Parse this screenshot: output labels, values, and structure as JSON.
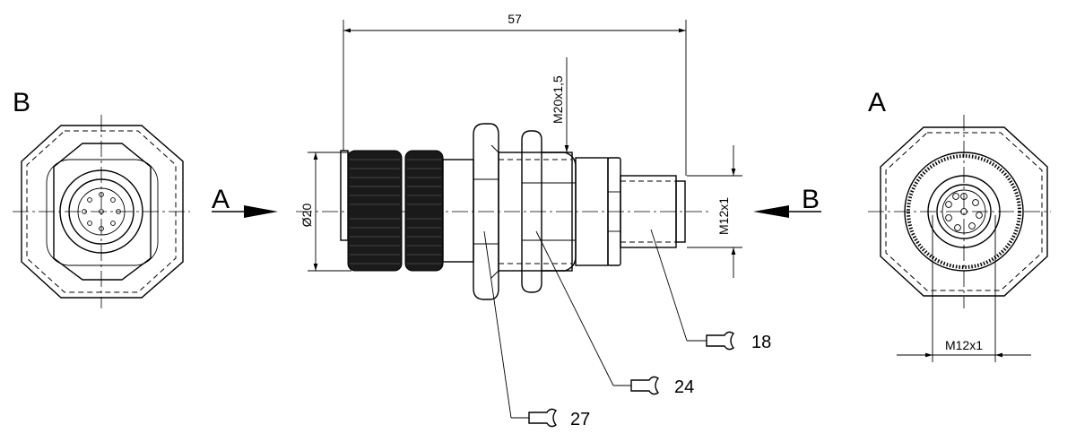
{
  "views": {
    "left_label": "B",
    "right_label": "A"
  },
  "arrows": {
    "left_label": "A",
    "right_label": "B"
  },
  "dimensions": {
    "overall_length": "57",
    "diameter": "Ø20",
    "thread_body": "M20x1,5",
    "thread_end": "M12x1",
    "thread_view_a": "M12x1"
  },
  "wrench_sizes": {
    "nut_small": "18",
    "nut_mid": "24",
    "nut_large": "27"
  }
}
